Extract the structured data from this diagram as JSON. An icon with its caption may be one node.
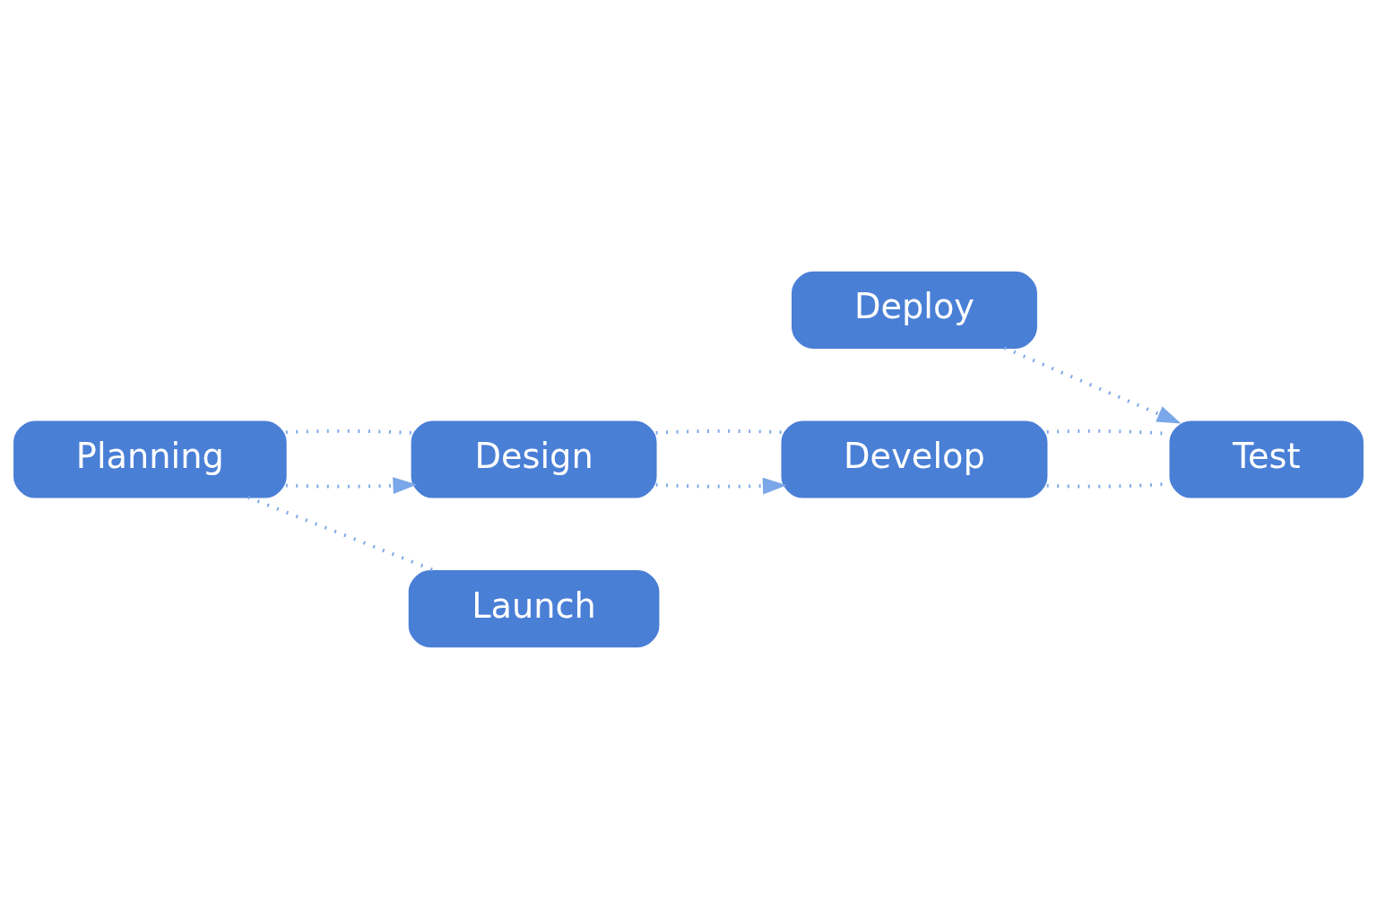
{
  "diagram": {
    "nodes": [
      {
        "text": [
          "Design"
        ]
      },
      {
        "text": [
          "Planning"
        ]
      },
      {
        "text": [
          "Develop"
        ]
      },
      {
        "text": [
          "Test"
        ]
      },
      {
        "text": [
          "Deploy"
        ]
      },
      {
        "text": [
          "Launch"
        ]
      }
    ],
    "edges": [
      {
        "from": 1,
        "to": 0,
        "arrow": "to",
        "style": "dashed"
      },
      {
        "from": 1,
        "to": 0,
        "arrow": "none",
        "style": "dashed"
      },
      {
        "from": 0,
        "to": 2,
        "arrow": "to",
        "style": "dashed"
      },
      {
        "from": 0,
        "to": 2,
        "arrow": "none",
        "style": "dashed"
      },
      {
        "from": 2,
        "to": 3,
        "arrow": "none",
        "style": "dashed"
      },
      {
        "from": 2,
        "to": 3,
        "arrow": "none",
        "style": "dashed"
      },
      {
        "from": 4,
        "to": 3,
        "arrow": "to",
        "style": "dashed"
      },
      {
        "from": 1,
        "to": 5,
        "arrow": "none",
        "style": "dashed"
      }
    ]
  }
}
